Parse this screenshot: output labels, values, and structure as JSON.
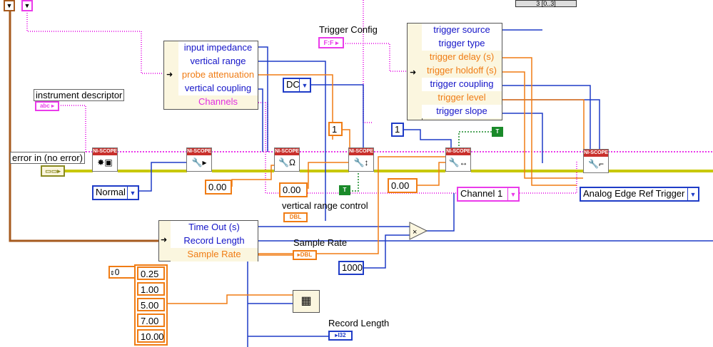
{
  "colors": {
    "error_wire": "#c8c800",
    "string_wire": "#ea3bea",
    "numeric_blue": "#1f3cc7",
    "numeric_orange": "#f07c14",
    "cluster_wire": "#a65a1e",
    "node_red": "#c9302c"
  },
  "top_case": {
    "label": "3 [0..3]"
  },
  "vertical_cluster": {
    "rows": [
      {
        "label": "input impedance",
        "color": "blue"
      },
      {
        "label": "vertical range",
        "color": "blue"
      },
      {
        "label": "probe attenuation",
        "color": "orange"
      },
      {
        "label": "vertical coupling",
        "color": "blue"
      },
      {
        "label": "Channels",
        "color": "pinkt"
      }
    ]
  },
  "trigger_cluster": {
    "title": "Trigger Config",
    "rows": [
      {
        "label": "trigger source",
        "color": "blue"
      },
      {
        "label": "trigger type",
        "color": "blue"
      },
      {
        "label": "trigger delay (s)",
        "color": "orange"
      },
      {
        "label": "trigger holdoff (s)",
        "color": "orange"
      },
      {
        "label": "trigger coupling",
        "color": "blue"
      },
      {
        "label": "trigger level",
        "color": "orange"
      },
      {
        "label": "trigger slope",
        "color": "blue"
      }
    ]
  },
  "timing_cluster": {
    "rows": [
      {
        "label": "Time Out (s)",
        "color": "blue"
      },
      {
        "label": "Record Length",
        "color": "blue"
      },
      {
        "label": "Sample Rate",
        "color": "orange"
      }
    ]
  },
  "labels": {
    "instrument_descriptor": "instrument descriptor",
    "error_in": "error in (no error)",
    "vertical_range_control": "vertical range control",
    "sample_rate": "Sample Rate",
    "record_length": "Record Length"
  },
  "terminals": {
    "abc": "abc",
    "dbl": "DBL",
    "i32": "I32",
    "bool_t": "T",
    "cluster": "F:F"
  },
  "enums": {
    "normal": "Normal",
    "dc": "DC",
    "channel": "Channel 1",
    "trigger_type": "Analog Edge Ref Trigger"
  },
  "constants": {
    "c1a": "1",
    "c1b": "1",
    "zero_a": "0.00",
    "zero_b": "0.00",
    "zero_c": "0.00",
    "n1000": "1000"
  },
  "array": {
    "index": "0",
    "values": [
      "0.25",
      "1.00",
      "5.00",
      "7.00",
      "10.00"
    ]
  },
  "node_header": "NI-SCOPE"
}
